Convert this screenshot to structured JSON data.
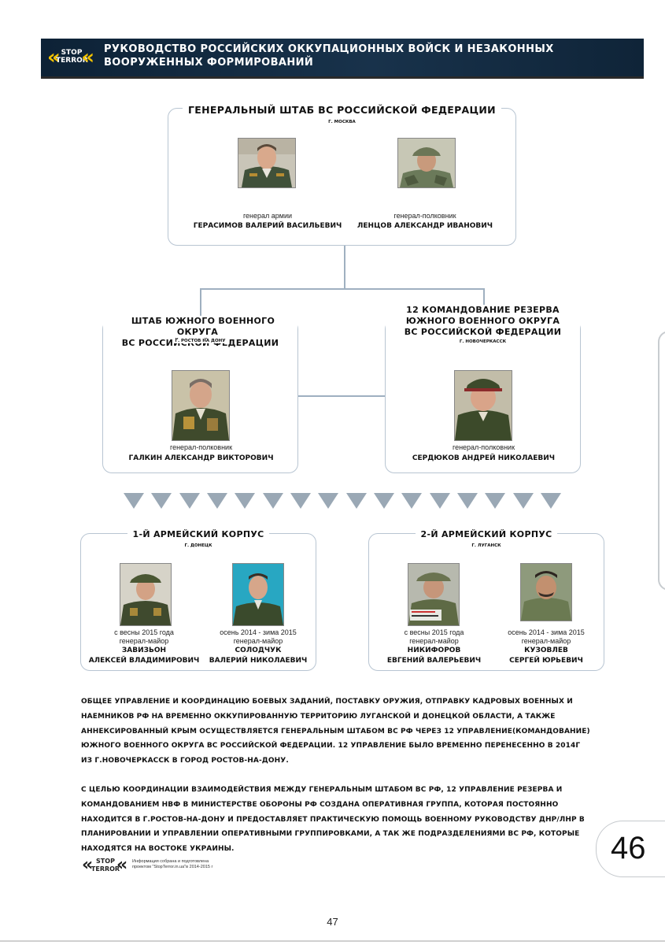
{
  "header": {
    "logo": {
      "line1": "STOP",
      "line2": "TERROR",
      "quote_left": "«",
      "quote_right": "«"
    },
    "title_line1": "РУКОВОДСТВО РОССИЙСКИХ ОККУПАЦИОННЫХ ВОЙСК И НЕЗАКОННЫХ",
    "title_line2": "ВООРУЖЕННЫХ ФОРМИРОВАНИЙ"
  },
  "general_staff": {
    "title": "ГЕНЕРАЛЬНЫЙ ШТАБ ВС РОССИЙСКОЙ ФЕДЕРАЦИИ",
    "location": "Г. МОСКВА",
    "people": [
      {
        "rank": "генерал армии",
        "name": "ГЕРАСИМОВ ВАЛЕРИЙ ВАСИЛЬЕВИЧ"
      },
      {
        "rank": "генерал-полковник",
        "name": "ЛЕНЦОВ АЛЕКСАНДР ИВАНОВИЧ"
      }
    ]
  },
  "southern_district": {
    "title_line1": "ШТАБ ЮЖНОГО ВОЕННОГО ОКРУГА",
    "title_line2": "ВС РОССИЙСКОЙ ФЕДЕРАЦИИ",
    "location": "Г. РОСТОВ НА ДОНУ",
    "person": {
      "rank": "генерал-полковник",
      "name": "ГАЛКИН АЛЕКСАНДР ВИКТОРОВИЧ"
    }
  },
  "reserve_command": {
    "title_line1": "12 КОМАНДОВАНИЕ РЕЗЕРВА",
    "title_line2": "ЮЖНОГО ВОЕННОГО ОКРУГА",
    "title_line3": "ВС РОССИЙСКОЙ ФЕДЕРАЦИИ",
    "location": "Г. НОВОЧЕРКАССК",
    "person": {
      "rank": "генерал-полковник",
      "name": "СЕРДЮКОВ АНДРЕЙ НИКОЛАЕВИЧ"
    }
  },
  "corps1": {
    "title": "1-Й АРМЕЙСКИЙ КОРПУС",
    "location": "Г. ДОНЕЦК",
    "people": [
      {
        "period": "с весны 2015 года",
        "rank": "генерал-майор",
        "surname": "ЗАВИЗЬОН",
        "given": "АЛЕКСЕЙ ВЛАДИМИРОВИЧ"
      },
      {
        "period": "осень 2014 - зима 2015",
        "rank": "генерал-майор",
        "surname": "СОЛОДЧУК",
        "given": "ВАЛЕРИЙ НИКОЛАЕВИЧ"
      }
    ]
  },
  "corps2": {
    "title": "2-Й АРМЕЙСКИЙ КОРПУС",
    "location": "Г. ЛУГАНСК",
    "people": [
      {
        "period": "с весны 2015 года",
        "rank": "генерал-майор",
        "surname": "НИКИФОРОВ",
        "given": "ЕВГЕНИЙ ВАЛЕРЬЕВИЧ"
      },
      {
        "period": "осень 2014 - зима 2015",
        "rank": "генерал-майор",
        "surname": "КУЗОВЛЕВ",
        "given": "СЕРГЕЙ ЮРЬЕВИЧ"
      }
    ]
  },
  "paragraph1": "ОБЩЕЕ УПРАВЛЕНИЕ И КООРДИНАЦИЮ БОЕВЫХ ЗАДАНИЙ, ПОСТАВКУ ОРУЖИЯ, ОТПРАВКУ КАДРОВЫХ ВОЕННЫХ И НАЕМНИКОВ РФ НА ВРЕМЕННО ОККУПИРОВАННУЮ ТЕРРИТОРИЮ ЛУГАНСКОЙ И ДОНЕЦКОЙ ОБЛАСТИ, А ТАКЖЕ АННЕКСИРОВАННЫЙ КРЫМ ОСУЩЕСТВЛЯЕТСЯ ГЕНЕРАЛЬНЫМ ШТАБОМ ВС РФ  ЧЕРЕЗ 12 УПРАВЛЕНИЕ(КОМАНДОВАНИЕ) ЮЖНОГО ВОЕННОГО ОКРУГА ВС РОССИЙСКОЙ ФЕДЕРАЦИИ. 12 УПРАВЛЕНИЕ БЫЛО ВРЕМЕННО ПЕРЕНЕСЕННО В 2014Г ИЗ Г.НОВОЧЕРКАССК В ГОРОД РОСТОВ-НА-ДОНУ.",
  "paragraph2": "С ЦЕЛЬЮ КООРДИНАЦИИ ВЗАИМОДЕЙСТВИЯ МЕЖДУ ГЕНЕРАЛЬНЫМ ШТАБОМ ВС РФ, 12 УПРАВЛЕНИЕ РЕЗЕРВА И КОМАНДОВАНИЕМ НВФ В МИНИСТЕРСТВЕ ОБОРОНЫ РФ СОЗДАНА ОПЕРАТИВНАЯ ГРУППА, КОТОРАЯ ПОСТОЯННО НАХОДИТСЯ В Г.РОСТОВ-НА-ДОНУ И ПРЕДОСТАВЛЯЕТ ПРАКТИЧЕСКУЮ ПОМОЩЬ ВОЕННОМУ РУКОВОДСТВУ ДНР/ЛНР В ПЛАНИРОВАНИИ И УПРАВЛЕНИИ ОПЕРАТИВНЫМИ ГРУППИРОВКАМИ, А ТАК ЖЕ ПОДРАЗДЕЛЕНИЯМИ ВС РФ, КОТОРЫЕ НАХОДЯТСЯ НА ВОСТОКЕ УКРАИНЫ.",
  "footer": {
    "logo_line1": "STOP",
    "logo_line2": "TERROR",
    "note_line1": "Информация собрана и подготовлена",
    "note_line2": "проектом \"StopTerror.in.ua\"в 2014-2015 г"
  },
  "page_badge": "46",
  "page_number": "47"
}
